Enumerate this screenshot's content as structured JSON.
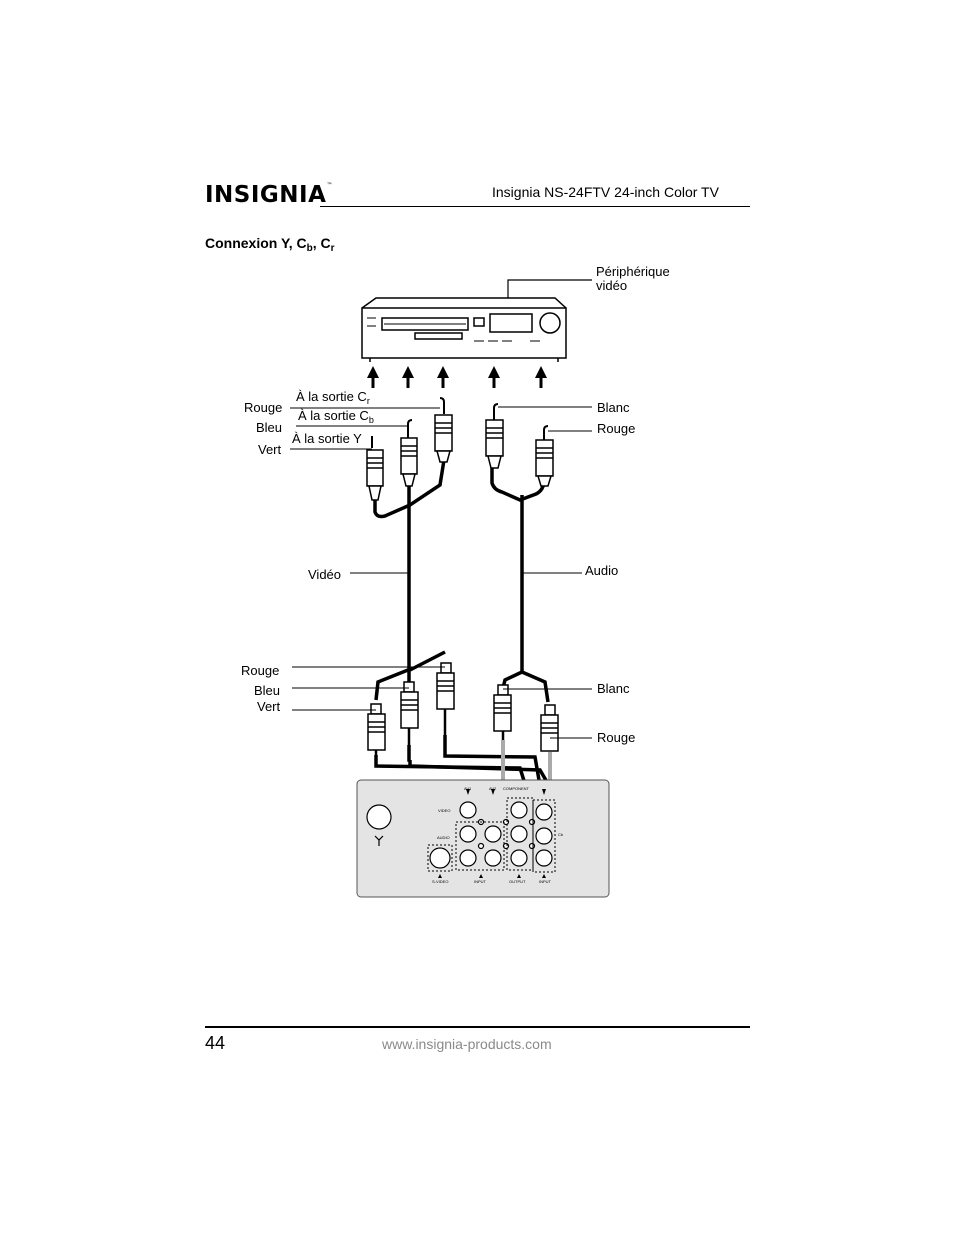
{
  "header": {
    "logo_text": "INSIGNIA",
    "logo_tm": "™",
    "doc_title": "Insignia NS-24FTV 24-inch Color TV"
  },
  "section": {
    "heading_main": "Connexion Y, C",
    "heading_sub_b": "b",
    "heading_sep": ", C",
    "heading_sub_r": "r"
  },
  "diagram": {
    "device_label_line1": "Périphérique",
    "device_label_line2": "vidéo",
    "top_left": {
      "rouge": "Rouge",
      "bleu": "Bleu",
      "vert": "Vert",
      "sortie_cr_main": "À la sortie C",
      "sortie_cr_sub": "r",
      "sortie_cb_main": "À la sortie C",
      "sortie_cb_sub": "b",
      "sortie_y": "À la sortie Y"
    },
    "top_right": {
      "blanc": "Blanc",
      "rouge": "Rouge"
    },
    "video_label": "Vidéo",
    "audio_label": "Audio",
    "bottom_left": {
      "rouge": "Rouge",
      "bleu": "Bleu",
      "vert": "Vert"
    },
    "bottom_right": {
      "blanc": "Blanc",
      "rouge": "Rouge"
    },
    "panel": {
      "av1": "AV1",
      "av2": "AV2",
      "component": "COMPONENT",
      "video": "VIDEO",
      "audio": "AUDIO",
      "svideo": "S-VIDEO",
      "input": "INPUT",
      "output": "OUTPUT",
      "input2": "INPUT",
      "cb": "Cb"
    }
  },
  "footer": {
    "page_number": "44",
    "url": "www.insignia-products.com"
  }
}
